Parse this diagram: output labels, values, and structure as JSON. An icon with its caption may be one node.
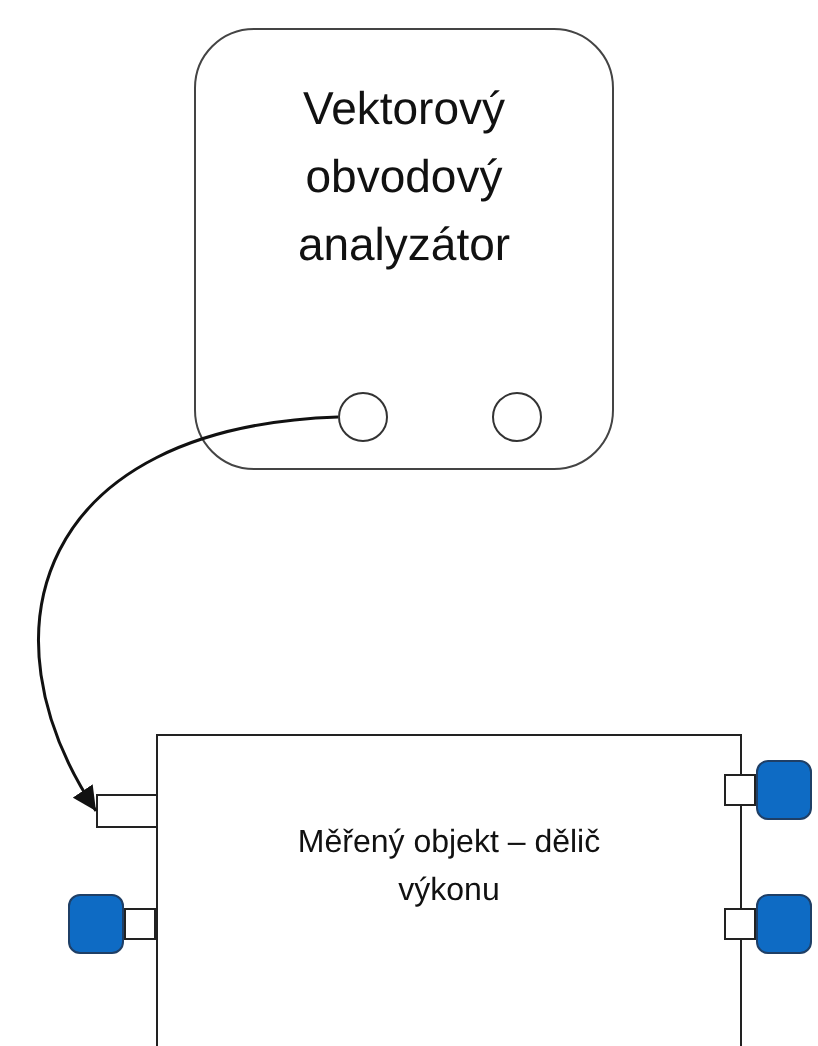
{
  "diagram": {
    "nodes": [
      {
        "text": [
          "Vektorový obvodový analyzátor"
        ]
      },
      {
        "text": [],
        "shape": "circle",
        "in": 0
      },
      {
        "text": [],
        "shape": "circle",
        "in": 0
      },
      {
        "text": [
          "Měřený objekt – dělič výkonu"
        ]
      },
      {
        "text": [],
        "shape": "box"
      },
      {
        "text": [],
        "shape": "box"
      },
      {
        "text": [],
        "shape": "box"
      },
      {
        "text": [],
        "shape": "box"
      }
    ],
    "edges": [
      {
        "from": 1,
        "to": 4,
        "arrow": "to"
      }
    ]
  }
}
